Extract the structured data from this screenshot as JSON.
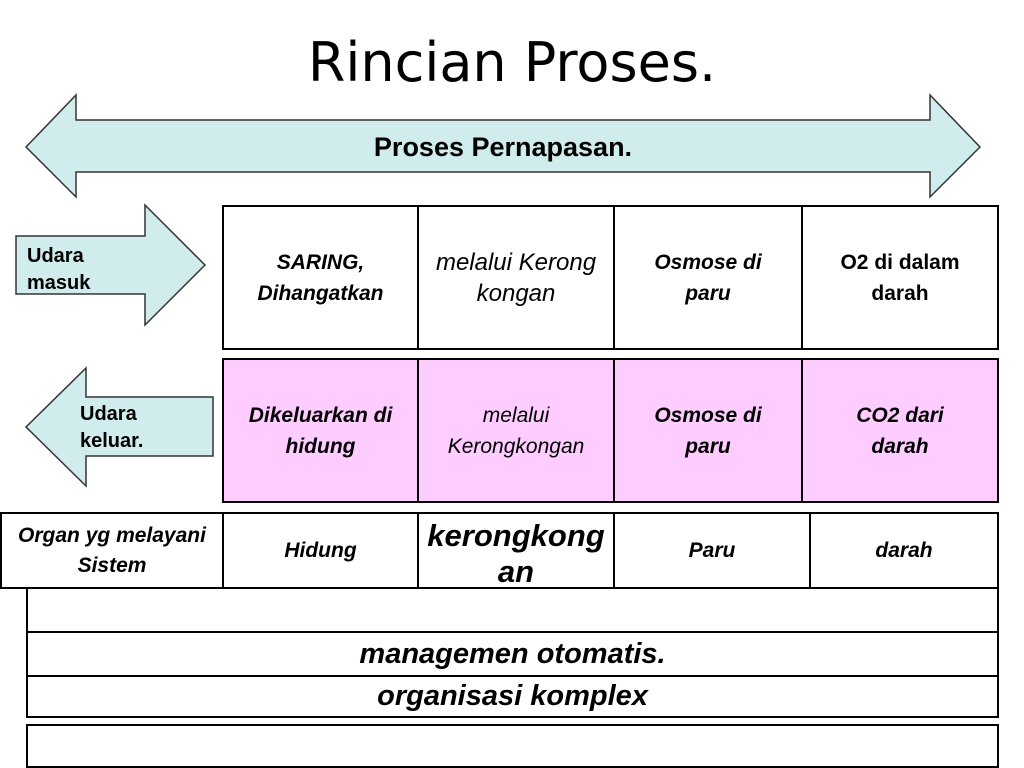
{
  "title": "Rincian Proses.",
  "banner": {
    "label": "Proses Pernapasan."
  },
  "arrows": {
    "in_label": "Udara masuk",
    "out_label": "Udara keluar.",
    "fill_color": "#d0ecec"
  },
  "row_in": [
    "SARING, Dihangatkan",
    "melalui Kerongkongan",
    "Osmose di paru",
    "O2 di dalam darah"
  ],
  "row_out": [
    "Dikeluarkan di hidung",
    "melalui Kerongkongan",
    "Osmose di paru",
    "CO2 dari darah"
  ],
  "row_out_color": "#ffccff",
  "organ_row": {
    "header": "Organ  yg melayani Sistem",
    "cells": [
      "Hidung",
      "kerongkongan",
      "Paru",
      "darah"
    ]
  },
  "bands": [
    "",
    "managemen otomatis.",
    "organisasi komplex",
    ""
  ]
}
